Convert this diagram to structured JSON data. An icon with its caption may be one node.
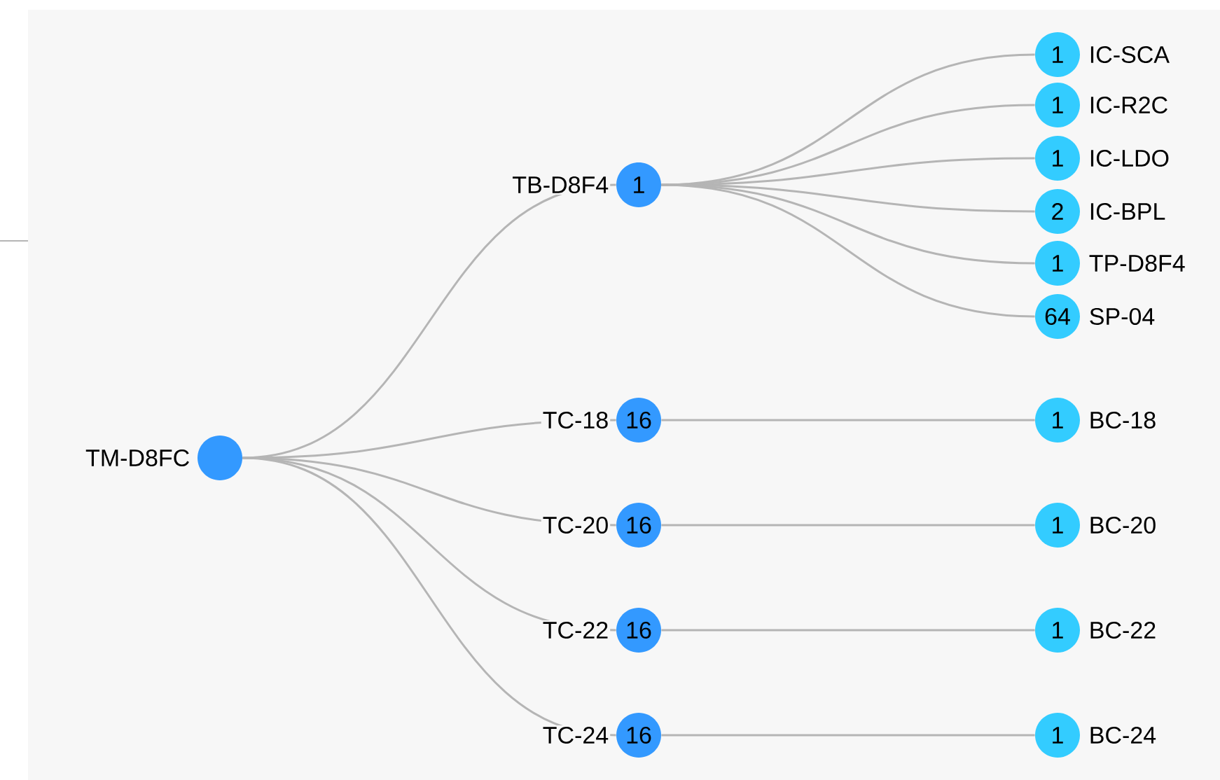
{
  "diagram": {
    "nodes": [
      {
        "text": [],
        "shape": "circle",
        "beside": [
          "TM-D8FC"
        ]
      },
      {
        "text": [
          "1"
        ],
        "beside": [
          "TB-D8F4"
        ]
      },
      {
        "text": [
          "16"
        ],
        "beside": [
          "TC-18"
        ]
      },
      {
        "text": [
          "16"
        ],
        "beside": [
          "TC-20"
        ]
      },
      {
        "text": [
          "16"
        ],
        "beside": [
          "TC-22"
        ]
      },
      {
        "text": [
          "16"
        ],
        "beside": [
          "TC-24"
        ]
      },
      {
        "text": [
          "1"
        ],
        "beside": [
          "IC-SCA"
        ]
      },
      {
        "text": [
          "1"
        ],
        "beside": [
          "IC-R2C"
        ]
      },
      {
        "text": [
          "1"
        ],
        "beside": [
          "IC-LDO"
        ]
      },
      {
        "text": [
          "2"
        ],
        "beside": [
          "IC-BPL"
        ]
      },
      {
        "text": [
          "1"
        ],
        "beside": [
          "TP-D8F4"
        ]
      },
      {
        "text": [
          "64"
        ],
        "beside": [
          "SP-04"
        ]
      },
      {
        "text": [
          "1"
        ],
        "beside": [
          "BC-18"
        ]
      },
      {
        "text": [
          "1"
        ],
        "beside": [
          "BC-20"
        ]
      },
      {
        "text": [
          "1"
        ],
        "beside": [
          "BC-22"
        ]
      },
      {
        "text": [
          "1"
        ],
        "beside": [
          "BC-24"
        ]
      }
    ],
    "edges": [
      {
        "from": 0,
        "to": 1,
        "arrow": "none"
      },
      {
        "from": 0,
        "to": 2,
        "arrow": "none"
      },
      {
        "from": 0,
        "to": 3,
        "arrow": "none"
      },
      {
        "from": 0,
        "to": 4,
        "arrow": "none"
      },
      {
        "from": 0,
        "to": 5,
        "arrow": "none"
      },
      {
        "from": 1,
        "to": 6,
        "arrow": "none"
      },
      {
        "from": 1,
        "to": 7,
        "arrow": "none"
      },
      {
        "from": 1,
        "to": 8,
        "arrow": "none"
      },
      {
        "from": 1,
        "to": 9,
        "arrow": "none"
      },
      {
        "from": 1,
        "to": 10,
        "arrow": "none"
      },
      {
        "from": 1,
        "to": 11,
        "arrow": "none"
      },
      {
        "from": 2,
        "to": 12,
        "arrow": "none"
      },
      {
        "from": 3,
        "to": 13,
        "arrow": "none"
      },
      {
        "from": 4,
        "to": 14,
        "arrow": "none"
      },
      {
        "from": 5,
        "to": 15,
        "arrow": "none"
      }
    ]
  }
}
